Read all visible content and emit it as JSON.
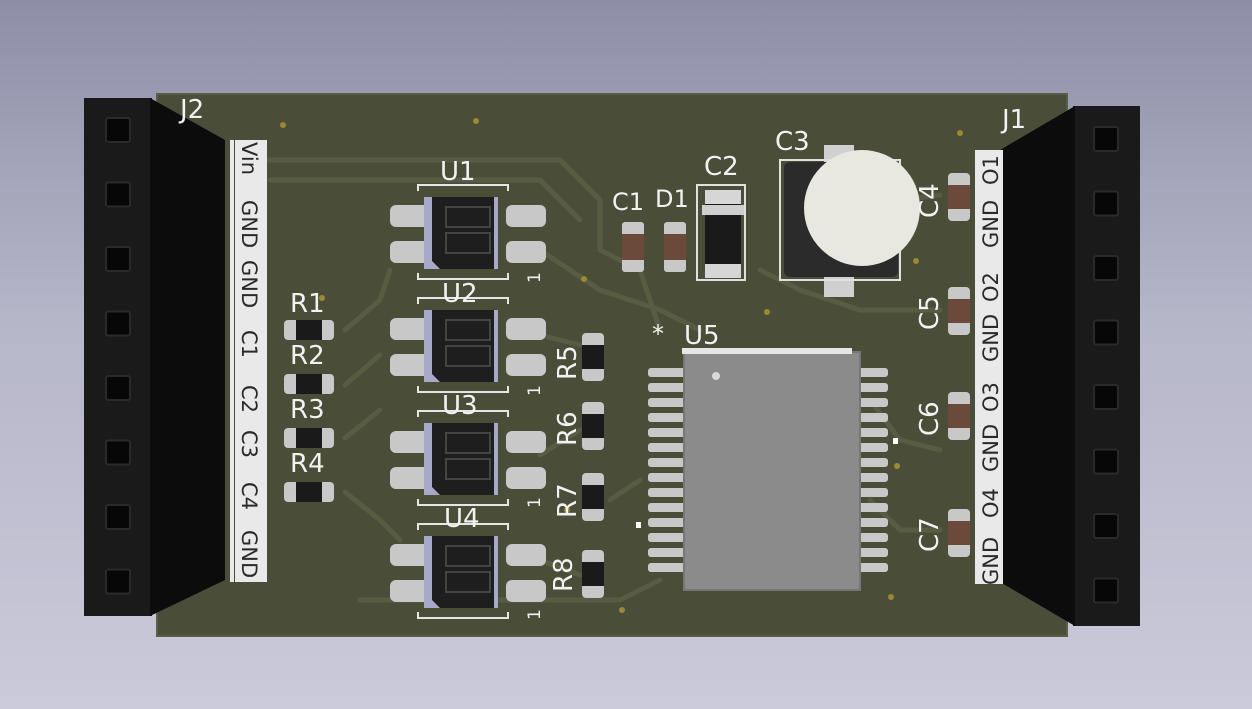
{
  "board": {
    "colors": {
      "background_top": "#8e8ea8",
      "background_bottom": "#cacada",
      "solder_mask": "#4a4d38",
      "trace": "#585c43",
      "silkscreen": "#f2f2f2",
      "header_plastic": "#1a1a1a",
      "pad": "#c8c8c8",
      "ic_body": "#8b8b8b",
      "capacitor_body": "#6b4a3c",
      "electrolytic_top": "#e8e8e0"
    },
    "j2": {
      "ref": "J2",
      "pins": [
        "Vin",
        "GND",
        "GND",
        "C1",
        "C2",
        "C3",
        "C4",
        "GND"
      ]
    },
    "j1": {
      "ref": "J1",
      "pins": [
        "O1",
        "GND",
        "O2",
        "GND",
        "O3",
        "GND",
        "O4",
        "GND"
      ]
    },
    "refs": {
      "u1": "U1",
      "u2": "U2",
      "u3": "U3",
      "u4": "U4",
      "u5": "U5",
      "r1": "R1",
      "r2": "R2",
      "r3": "R3",
      "r4": "R4",
      "r5": "R5",
      "r6": "R6",
      "r7": "R7",
      "r8": "R8",
      "c1": "C1",
      "c2": "C2",
      "c3": "C3",
      "c4": "C4",
      "c5": "C5",
      "c6": "C6",
      "c7": "C7",
      "d1": "D1"
    },
    "pin1_mark": "1",
    "u5_pin1_mark": "*"
  }
}
